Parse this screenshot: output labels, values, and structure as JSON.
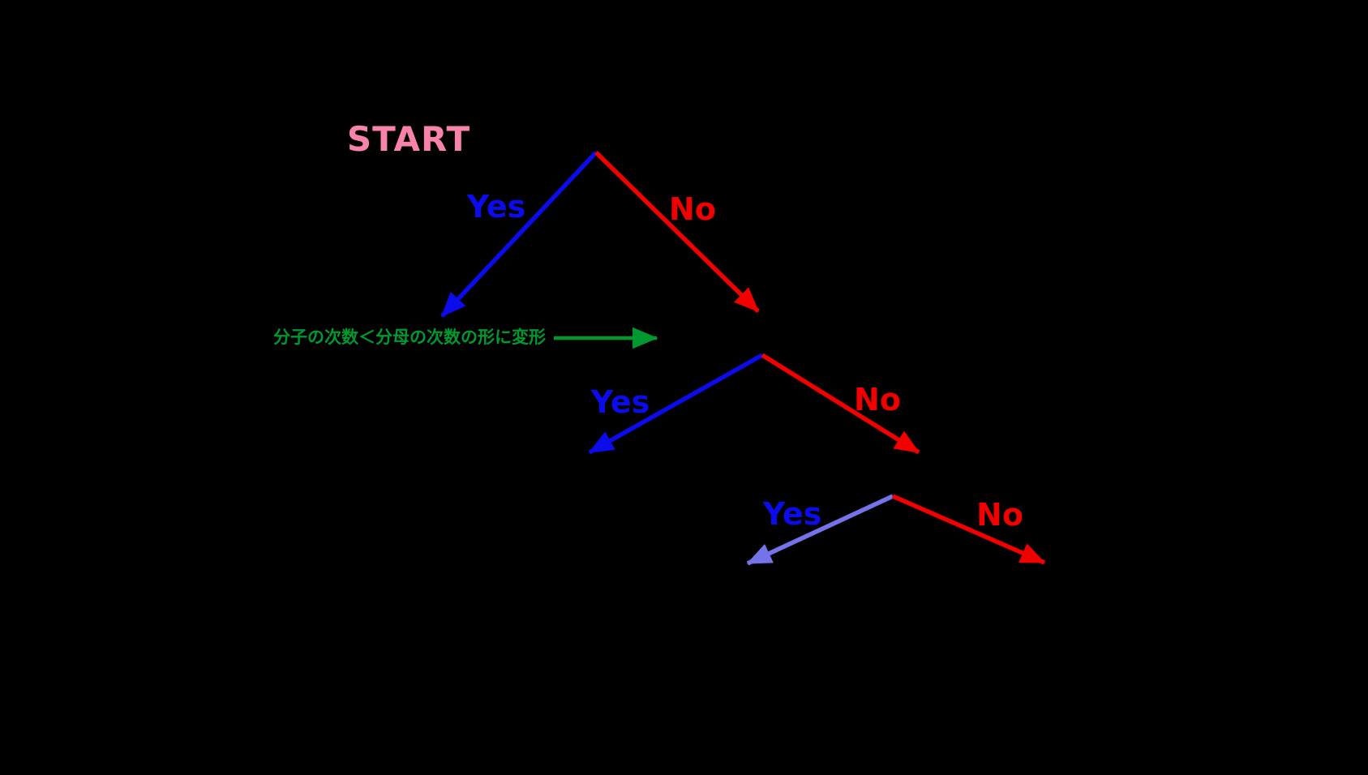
{
  "diagram": {
    "background": "#000000",
    "start_label": "START",
    "colors": {
      "start_pink": "#F783A9",
      "yes_blue": "#0B0BEB",
      "no_red": "#F20000",
      "yes_violet": "#7473EA",
      "note_green": "#009930"
    },
    "branch1": {
      "yes": "Yes",
      "no": "No"
    },
    "branch2": {
      "yes": "Yes",
      "no": "No"
    },
    "branch3": {
      "yes": "Yes",
      "no": "No"
    },
    "note": "分子の次数＜分母の次数の形に変形"
  }
}
